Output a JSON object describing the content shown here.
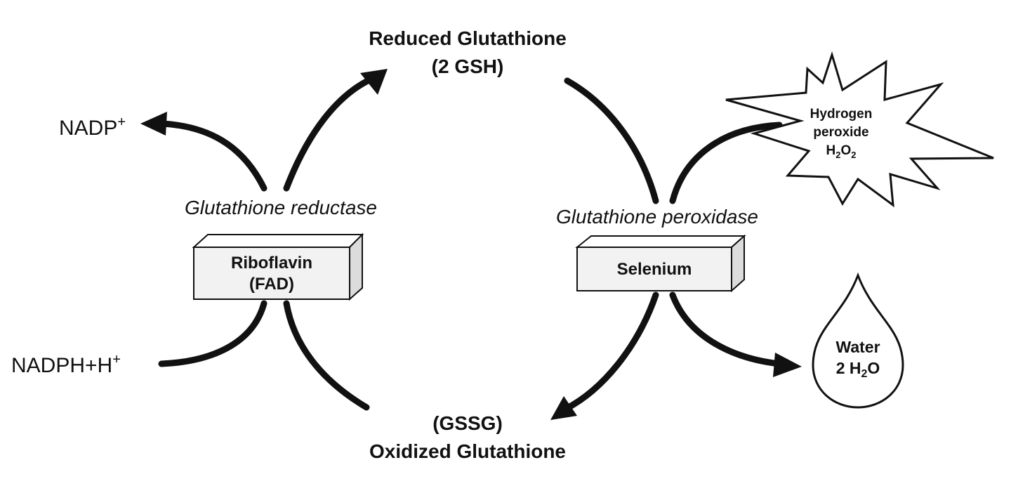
{
  "colors": {
    "ink": "#111111",
    "box_face": "#f2f2f2",
    "box_top": "#ffffff",
    "box_side": "#dcdcdc",
    "background": "#ffffff"
  },
  "icons": {
    "hydrogen_peroxide": "starburst-icon",
    "water": "droplet-icon"
  },
  "labels": {
    "reduced_line1": "Reduced Glutathione",
    "reduced_line2": "(2 GSH)",
    "oxidized_line1": "(GSSG)",
    "oxidized_line2": "Oxidized Glutathione",
    "nadp": "NADP",
    "nadp_sup": "+",
    "nadph": "NADPH+H",
    "nadph_sup": "+",
    "reductase": "Glutathione reductase",
    "peroxidase": "Glutathione peroxidase",
    "riboflavin_line1": "Riboflavin",
    "riboflavin_line2": "(FAD)",
    "selenium": "Selenium",
    "h2o2_line1": "Hydrogen",
    "h2o2_line2": "peroxide",
    "h2o2_h": "H",
    "h2o2_sub1": "2",
    "h2o2_o": "O",
    "h2o2_sub2": "2",
    "water_line1": "Water",
    "water_prefix": "2 H",
    "water_sub": "2",
    "water_o": "O"
  }
}
